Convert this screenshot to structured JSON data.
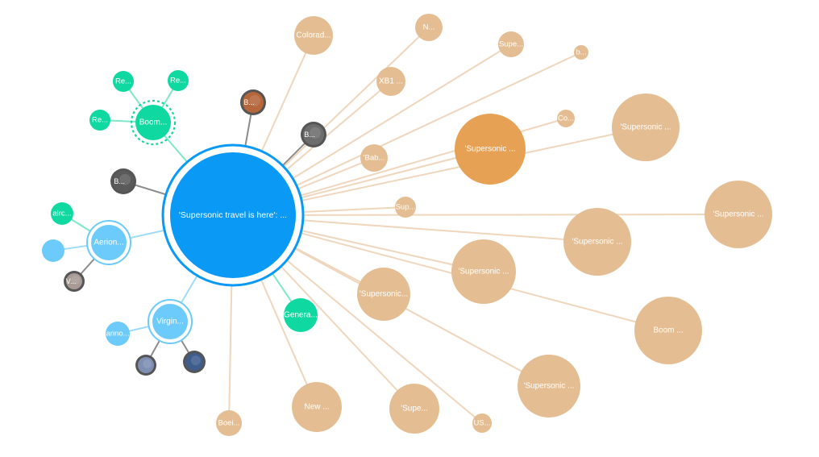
{
  "colors": {
    "background": "#ffffff",
    "center_blue": "#0a99f5",
    "light_blue": "#6ccbfa",
    "green": "#0fd9a1",
    "tan": "#e4be92",
    "orange": "#e6a154",
    "gray_ring": "#555555",
    "edge_tan": "#efd6bd",
    "edge_green": "#7fe6c8",
    "edge_blue": "#9fdcfb",
    "edge_gray": "#8c8c8c"
  },
  "graph": {
    "center": {
      "label": "'Supersonic travel is here': ...",
      "icon": "article-node"
    },
    "nodes": [
      {
        "id": "boom",
        "label": "Boom...",
        "kind": "green",
        "icon": "entity-node",
        "selected": true
      },
      {
        "id": "re1",
        "label": "Re...",
        "kind": "green",
        "icon": "entity-node"
      },
      {
        "id": "re2",
        "label": "Re...",
        "kind": "green",
        "icon": "entity-node"
      },
      {
        "id": "re3",
        "label": "Re...",
        "kind": "green",
        "icon": "entity-node"
      },
      {
        "id": "general",
        "label": "Genera...",
        "kind": "green",
        "icon": "entity-node"
      },
      {
        "id": "aircraft",
        "label": "airc...",
        "kind": "green",
        "icon": "entity-node"
      },
      {
        "id": "aerion",
        "label": "Aerion...",
        "kind": "blue-ring",
        "icon": "organization-node"
      },
      {
        "id": "blue-dot",
        "label": "",
        "kind": "blue",
        "icon": "entity-node"
      },
      {
        "id": "virgin",
        "label": "Virgin...",
        "kind": "blue-ring",
        "icon": "organization-node"
      },
      {
        "id": "anno",
        "label": "anno...",
        "kind": "blue",
        "icon": "entity-node"
      },
      {
        "id": "photo-b1",
        "label": "B...",
        "kind": "photo",
        "icon": "person-photo",
        "photo": "#b5663a"
      },
      {
        "id": "photo-b2",
        "label": "B...",
        "kind": "photo",
        "icon": "person-photo",
        "photo": "#6d6d6d"
      },
      {
        "id": "photo-b3",
        "label": "B...",
        "kind": "photo",
        "icon": "person-photo",
        "photo": "#5a5a5a"
      },
      {
        "id": "photo-w",
        "label": "V...",
        "kind": "photo",
        "icon": "person-photo",
        "photo": "#a89a94"
      },
      {
        "id": "photo-v1",
        "label": "",
        "kind": "photo",
        "icon": "person-photo",
        "photo": "#7e8fb3"
      },
      {
        "id": "photo-v2",
        "label": "",
        "kind": "photo",
        "icon": "person-photo",
        "photo": "#3e5d8c"
      },
      {
        "id": "colorado",
        "label": "Colorad...",
        "kind": "tan",
        "icon": "article-node"
      },
      {
        "id": "n",
        "label": "N...",
        "kind": "tan",
        "icon": "article-node"
      },
      {
        "id": "supe1",
        "label": "Supe...",
        "kind": "tan",
        "icon": "article-node"
      },
      {
        "id": "b-small",
        "label": "b...",
        "kind": "tan",
        "icon": "article-node"
      },
      {
        "id": "xb1",
        "label": "XB1 ...",
        "kind": "tan",
        "icon": "article-node"
      },
      {
        "id": "co",
        "label": "Co...",
        "kind": "tan",
        "icon": "article-node"
      },
      {
        "id": "sup-right1",
        "label": "'Supersonic ...",
        "kind": "tan",
        "icon": "article-node"
      },
      {
        "id": "orange",
        "label": "'Supersonic ...",
        "kind": "orange",
        "icon": "article-node"
      },
      {
        "id": "bab",
        "label": "'Bab...",
        "kind": "tan",
        "icon": "article-node"
      },
      {
        "id": "sup-small",
        "label": "Sup...",
        "kind": "tan",
        "icon": "article-node"
      },
      {
        "id": "sup-far-right",
        "label": "'Supersonic ...",
        "kind": "tan",
        "icon": "article-node"
      },
      {
        "id": "sup-mid1",
        "label": "'Supersonic ...",
        "kind": "tan",
        "icon": "article-node"
      },
      {
        "id": "sup-mid2",
        "label": "'Supersonic ...",
        "kind": "tan",
        "icon": "article-node"
      },
      {
        "id": "sup-mid3",
        "label": "'Supersonic...",
        "kind": "tan",
        "icon": "article-node"
      },
      {
        "id": "boom-tan",
        "label": "Boom ...",
        "kind": "tan",
        "icon": "article-node"
      },
      {
        "id": "sup-low",
        "label": "'Supersonic ...",
        "kind": "tan",
        "icon": "article-node"
      },
      {
        "id": "new",
        "label": "New ...",
        "kind": "tan",
        "icon": "article-node"
      },
      {
        "id": "supe-bottom",
        "label": "'Supe...",
        "kind": "tan",
        "icon": "article-node"
      },
      {
        "id": "us",
        "label": "US...",
        "kind": "tan",
        "icon": "article-node"
      },
      {
        "id": "boei",
        "label": "Boei...",
        "kind": "tan",
        "icon": "article-node"
      }
    ],
    "edges": [
      [
        "center",
        "boom"
      ],
      [
        "boom",
        "re1"
      ],
      [
        "boom",
        "re2"
      ],
      [
        "boom",
        "re3"
      ],
      [
        "center",
        "general"
      ],
      [
        "center",
        "aerion"
      ],
      [
        "aerion",
        "aircraft"
      ],
      [
        "aerion",
        "blue-dot"
      ],
      [
        "aerion",
        "photo-w"
      ],
      [
        "center",
        "virgin"
      ],
      [
        "virgin",
        "anno"
      ],
      [
        "virgin",
        "photo-v1"
      ],
      [
        "virgin",
        "photo-v2"
      ],
      [
        "center",
        "photo-b1"
      ],
      [
        "center",
        "photo-b2"
      ],
      [
        "center",
        "photo-b3"
      ],
      [
        "center",
        "colorado"
      ],
      [
        "center",
        "n"
      ],
      [
        "center",
        "supe1"
      ],
      [
        "center",
        "b-small"
      ],
      [
        "center",
        "xb1"
      ],
      [
        "center",
        "co"
      ],
      [
        "center",
        "sup-right1"
      ],
      [
        "center",
        "orange"
      ],
      [
        "center",
        "bab"
      ],
      [
        "center",
        "sup-small"
      ],
      [
        "center",
        "sup-far-right"
      ],
      [
        "center",
        "sup-mid1"
      ],
      [
        "center",
        "sup-mid2"
      ],
      [
        "center",
        "sup-mid3"
      ],
      [
        "center",
        "boom-tan"
      ],
      [
        "center",
        "sup-low"
      ],
      [
        "center",
        "new"
      ],
      [
        "center",
        "supe-bottom"
      ],
      [
        "center",
        "us"
      ],
      [
        "center",
        "boei"
      ]
    ]
  }
}
